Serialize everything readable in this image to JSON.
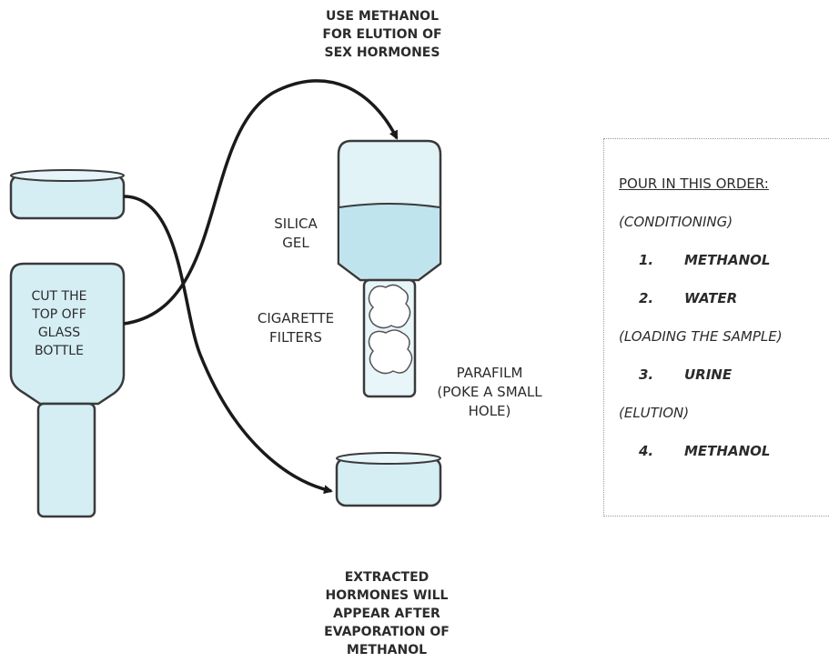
{
  "labels": {
    "top_note": [
      "USE METHANOL",
      "FOR ELUTION OF",
      "SEX HORMONES"
    ],
    "bottom_note": [
      "EXTRACTED",
      "HORMONES WILL",
      "APPEAR AFTER",
      "EVAPORATION OF",
      "METHANOL"
    ],
    "cut_bottle": [
      "CUT THE",
      "TOP OFF",
      "GLASS",
      "BOTTLE"
    ],
    "silica_gel": [
      "SILICA",
      "GEL"
    ],
    "cigarette_filters": [
      "CIGARETTE",
      "FILTERS"
    ],
    "parafilm": [
      "PARAFILM",
      "(POKE A SMALL",
      "HOLE)"
    ]
  },
  "order_box": {
    "heading": "POUR IN THIS ORDER:",
    "stage_conditioning": "(CONDITIONING)",
    "stage_loading": "(LOADING THE SAMPLE)",
    "stage_elution": "(ELUTION)",
    "steps": [
      {
        "num": "1.",
        "text": "METHANOL"
      },
      {
        "num": "2.",
        "text": "WATER"
      },
      {
        "num": "3.",
        "text": "URINE"
      },
      {
        "num": "4.",
        "text": "METHANOL"
      }
    ]
  },
  "colors": {
    "container_fill": "#d5eef4",
    "liquid_fill": "#bfe4ee",
    "outline": "#3a3a3a",
    "arrow": "#1a1a1a"
  }
}
